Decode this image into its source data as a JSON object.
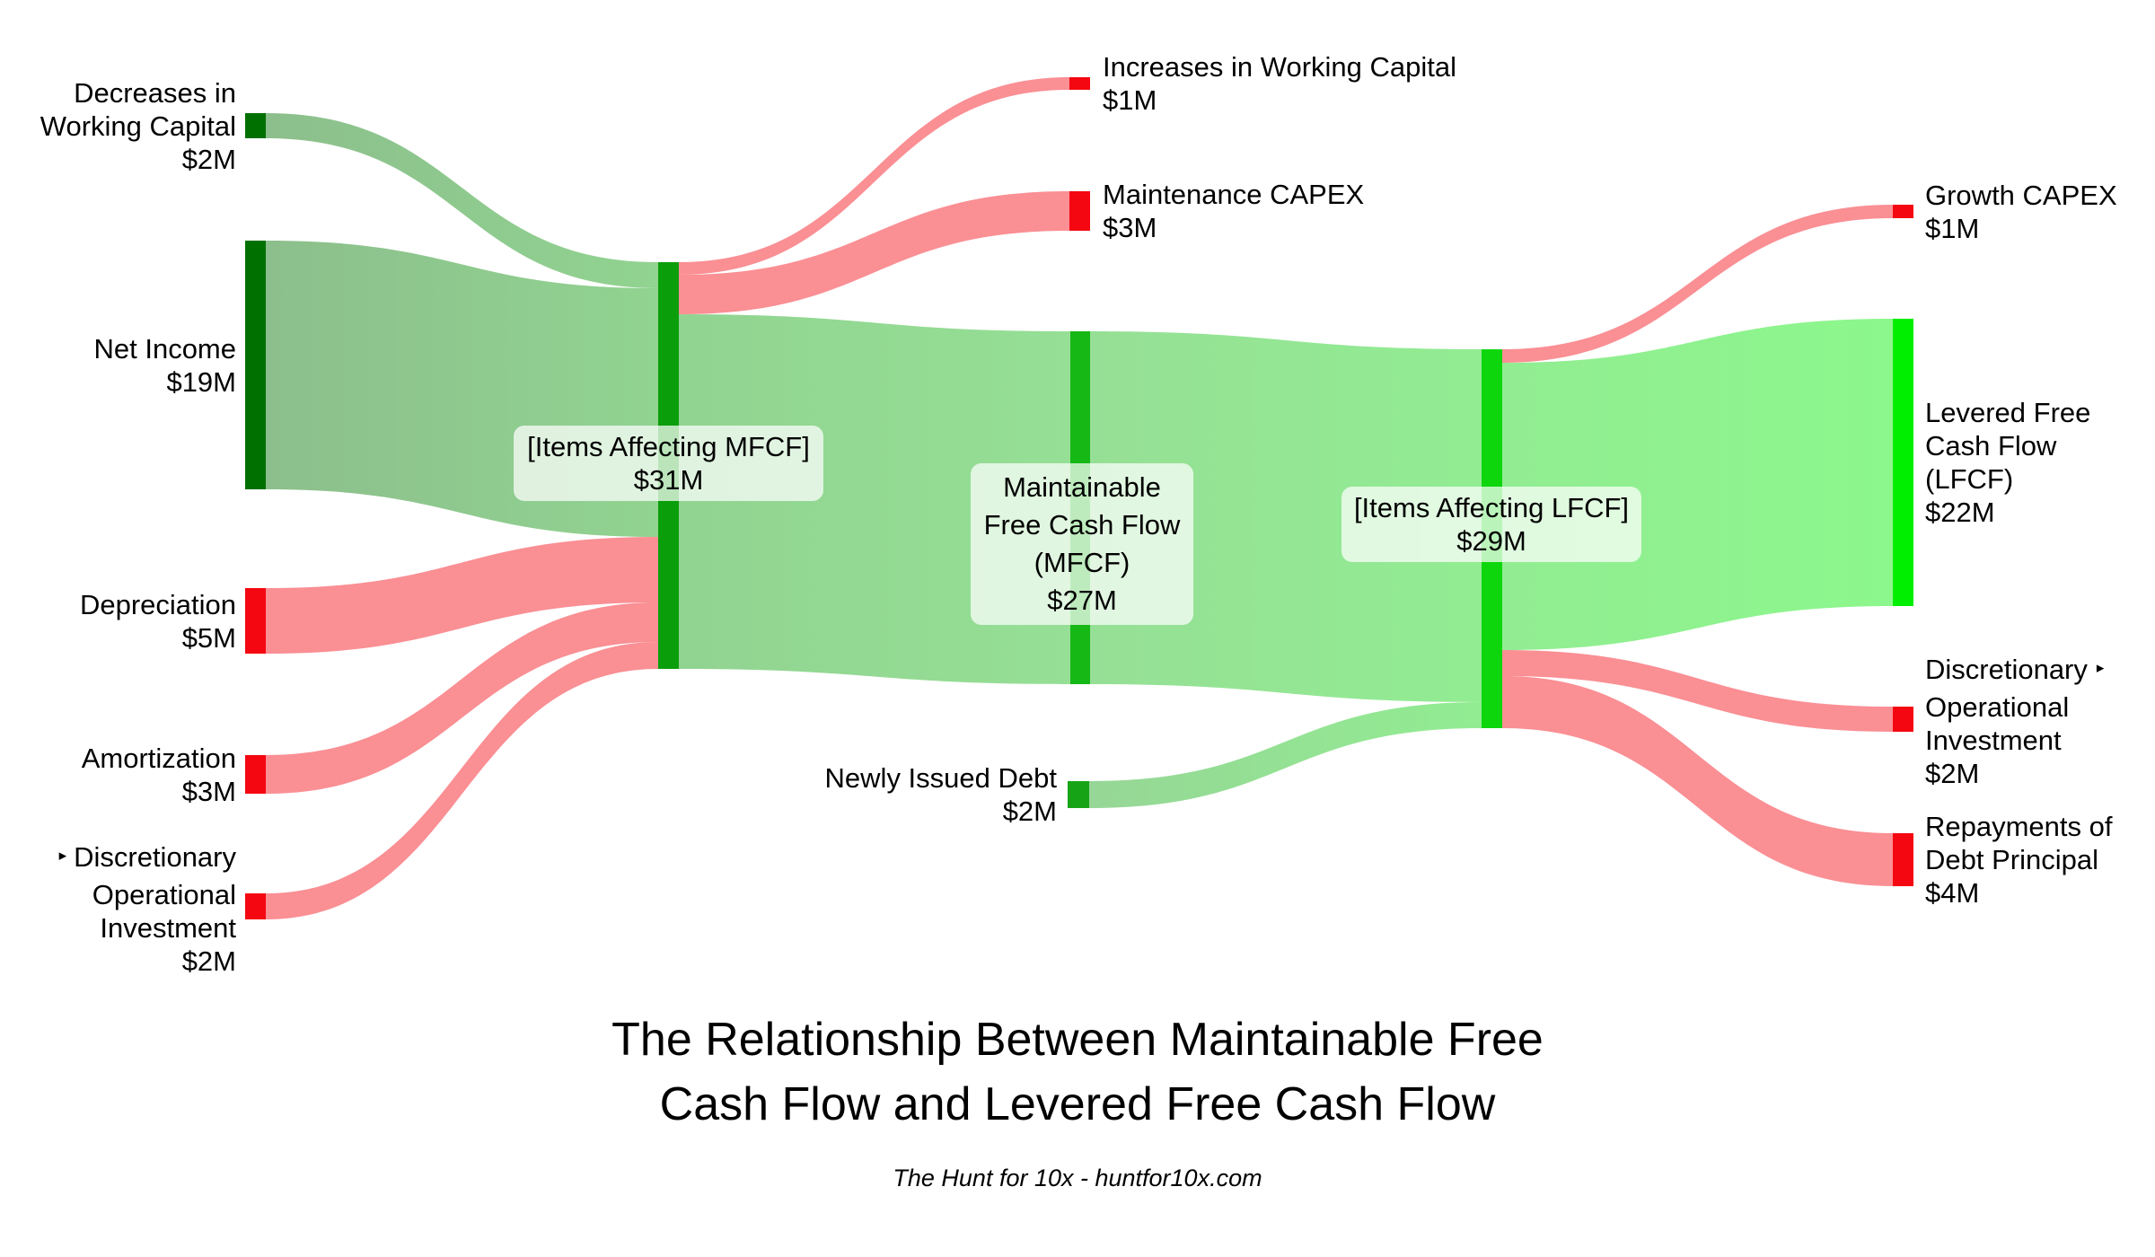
{
  "title": {
    "line1": "The Relationship Between Maintainable Free",
    "line2": "Cash Flow and Levered Free Cash Flow"
  },
  "footer": "The Hunt for 10x - huntfor10x.com",
  "palette": {
    "node_dark_green": "#007000",
    "node_items_mfcf_green": "#0b9e0b",
    "node_mfcf_green": "#15b815",
    "node_debt_green": "#16a416",
    "node_items_lfcf_green": "#0dd60d",
    "node_lfcf_green": "#00ee00",
    "node_red": "#f40711",
    "flow_opacity": "0.45",
    "label_box_bg": "rgba(255,255,255,0.72)",
    "text_color": "#000000"
  },
  "labels": {
    "dec_wc": {
      "lines": [
        "Decreases in",
        "Working Capital",
        "$2M"
      ]
    },
    "net_income": {
      "lines": [
        "Net Income",
        "$19M"
      ]
    },
    "depreciation": {
      "lines": [
        "Depreciation",
        "$5M"
      ]
    },
    "amortization": {
      "lines": [
        "Amortization",
        "$3M"
      ]
    },
    "disc_left": {
      "marker": "▸",
      "lines": [
        "Discretionary",
        "Operational",
        "Investment",
        "$2M"
      ]
    },
    "items_mfcf": {
      "lines": [
        "[Items Affecting MFCF]",
        "$31M"
      ]
    },
    "inc_wc": {
      "lines": [
        "Increases in Working Capital",
        "$1M"
      ]
    },
    "maint_capex": {
      "lines": [
        "Maintenance CAPEX",
        "$3M"
      ]
    },
    "mfcf": {
      "lines": [
        "Maintainable",
        "Free Cash Flow",
        "(MFCF)",
        "$27M"
      ]
    },
    "newly_debt": {
      "lines": [
        "Newly Issued Debt",
        "$2M"
      ]
    },
    "items_lfcf": {
      "lines": [
        "[Items Affecting LFCF]",
        "$29M"
      ]
    },
    "growth_capex": {
      "lines": [
        "Growth CAPEX",
        "$1M"
      ]
    },
    "lfcf": {
      "lines": [
        "Levered Free",
        "Cash Flow",
        "(LFCF)",
        "$22M"
      ]
    },
    "disc_right": {
      "marker": "▸",
      "lines": [
        "Discretionary",
        "Operational",
        "Investment",
        "$2M"
      ]
    },
    "repay": {
      "lines": [
        "Repayments of",
        "Debt Principal",
        "$4M"
      ]
    }
  },
  "chart_data": {
    "type": "sankey",
    "unit": "$M",
    "title": "The Relationship Between Maintainable Free Cash Flow and Levered Free Cash Flow",
    "source_note": "The Hunt for 10x - huntfor10x.com",
    "nodes": [
      {
        "name": "Decreases in Working Capital",
        "value": 2
      },
      {
        "name": "Net Income",
        "value": 19
      },
      {
        "name": "Depreciation",
        "value": 5
      },
      {
        "name": "Amortization",
        "value": 3
      },
      {
        "name": "Discretionary Operational Investment (input)",
        "value": 2
      },
      {
        "name": "[Items Affecting MFCF]",
        "value": 31
      },
      {
        "name": "Increases in Working Capital",
        "value": 1
      },
      {
        "name": "Maintenance CAPEX",
        "value": 3
      },
      {
        "name": "Maintainable Free Cash Flow (MFCF)",
        "value": 27
      },
      {
        "name": "Newly Issued Debt",
        "value": 2
      },
      {
        "name": "[Items Affecting LFCF]",
        "value": 29
      },
      {
        "name": "Growth CAPEX",
        "value": 1
      },
      {
        "name": "Levered Free Cash Flow (LFCF)",
        "value": 22
      },
      {
        "name": "Discretionary Operational Investment (output)",
        "value": 2
      },
      {
        "name": "Repayments of Debt Principal",
        "value": 4
      }
    ],
    "links": [
      {
        "source": "Decreases in Working Capital",
        "target": "[Items Affecting MFCF]",
        "value": 2
      },
      {
        "source": "Net Income",
        "target": "[Items Affecting MFCF]",
        "value": 19
      },
      {
        "source": "Depreciation",
        "target": "[Items Affecting MFCF]",
        "value": 5
      },
      {
        "source": "Amortization",
        "target": "[Items Affecting MFCF]",
        "value": 3
      },
      {
        "source": "Discretionary Operational Investment (input)",
        "target": "[Items Affecting MFCF]",
        "value": 2
      },
      {
        "source": "[Items Affecting MFCF]",
        "target": "Increases in Working Capital",
        "value": 1
      },
      {
        "source": "[Items Affecting MFCF]",
        "target": "Maintenance CAPEX",
        "value": 3
      },
      {
        "source": "[Items Affecting MFCF]",
        "target": "Maintainable Free Cash Flow (MFCF)",
        "value": 27
      },
      {
        "source": "Maintainable Free Cash Flow (MFCF)",
        "target": "[Items Affecting LFCF]",
        "value": 27
      },
      {
        "source": "Newly Issued Debt",
        "target": "[Items Affecting LFCF]",
        "value": 2
      },
      {
        "source": "[Items Affecting LFCF]",
        "target": "Growth CAPEX",
        "value": 1
      },
      {
        "source": "[Items Affecting LFCF]",
        "target": "Levered Free Cash Flow (LFCF)",
        "value": 22
      },
      {
        "source": "[Items Affecting LFCF]",
        "target": "Discretionary Operational Investment (output)",
        "value": 2
      },
      {
        "source": "[Items Affecting LFCF]",
        "target": "Repayments of Debt Principal",
        "value": 4
      }
    ]
  }
}
